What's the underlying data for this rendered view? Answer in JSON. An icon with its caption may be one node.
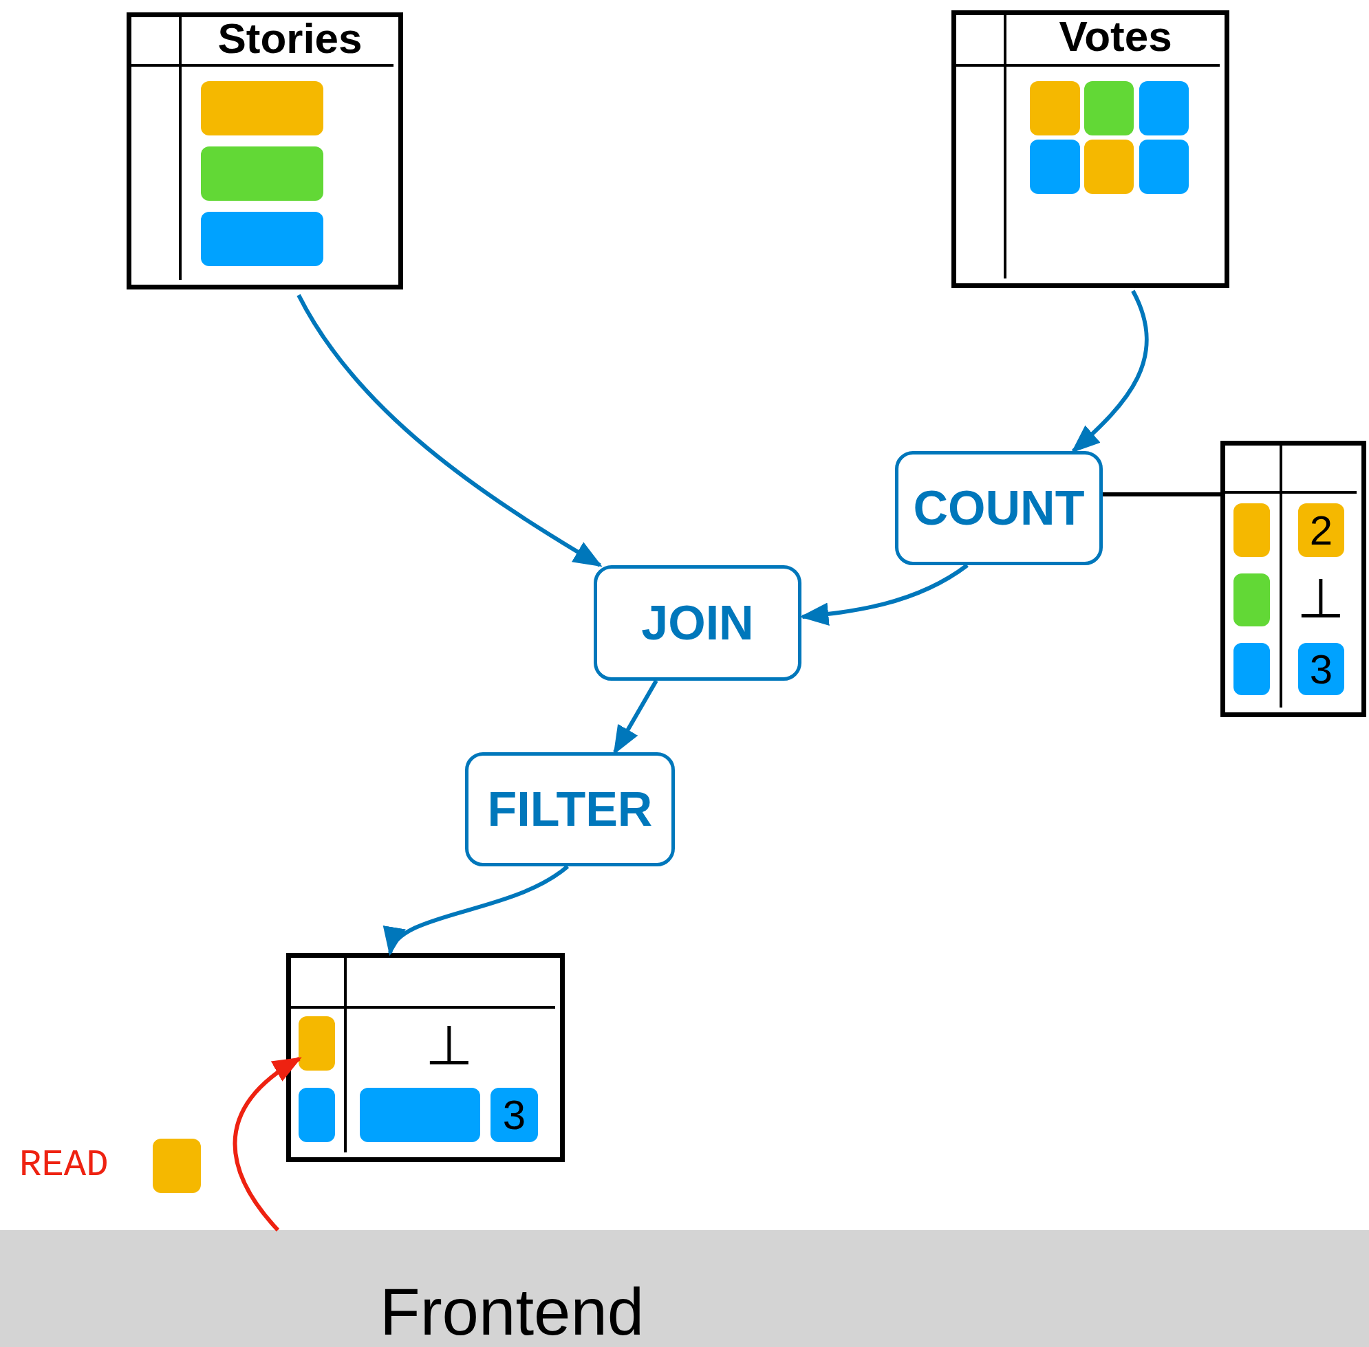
{
  "diagram": {
    "nodes": [
      {
        "text": [
          "Stories"
        ]
      },
      {
        "text": [
          "Votes"
        ]
      },
      {
        "text": [
          "COUNT"
        ]
      },
      {
        "text": [
          "2",
          "⊥",
          "3"
        ]
      },
      {
        "text": [
          "JOIN"
        ]
      },
      {
        "text": [
          "FILTER"
        ]
      },
      {
        "text": [
          "⊥",
          "3"
        ]
      },
      {
        "text": [
          "Frontend"
        ]
      },
      {
        "text": [],
        "shape": "box",
        "in": 6
      }
    ],
    "edges": [
      {
        "from": 0,
        "to": 4,
        "arrow": "to"
      },
      {
        "from": 1,
        "to": 2,
        "arrow": "to"
      },
      {
        "from": 2,
        "to": 4,
        "arrow": "to"
      },
      {
        "from": 4,
        "to": 5,
        "arrow": "to"
      },
      {
        "from": 5,
        "to": 6,
        "arrow": "to"
      },
      {
        "from": 2,
        "to": 3,
        "arrow": "none",
        "color": "#000000"
      },
      {
        "from": 7,
        "to": 8,
        "arrow": "to",
        "color": "#ee2211"
      }
    ],
    "labels": [
      "READ"
    ]
  }
}
